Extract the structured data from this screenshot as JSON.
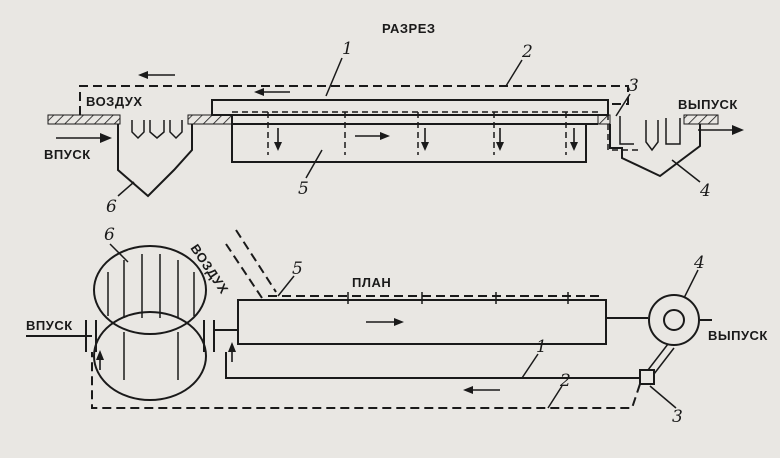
{
  "section": {
    "title": "РАЗРЕЗ",
    "air_label": "ВОЗДУХ",
    "inlet_label": "ВПУСК",
    "outlet_label": "ВЫПУСК"
  },
  "plan": {
    "title": "ПЛАН",
    "air_label": "ВОЗДУХ",
    "inlet_label": "ВПУСК",
    "outlet_label": "ВЫПУСК"
  },
  "callouts": {
    "c1": "1",
    "c2": "2",
    "c3": "3",
    "c4": "4",
    "c5": "5",
    "c6": "6"
  }
}
